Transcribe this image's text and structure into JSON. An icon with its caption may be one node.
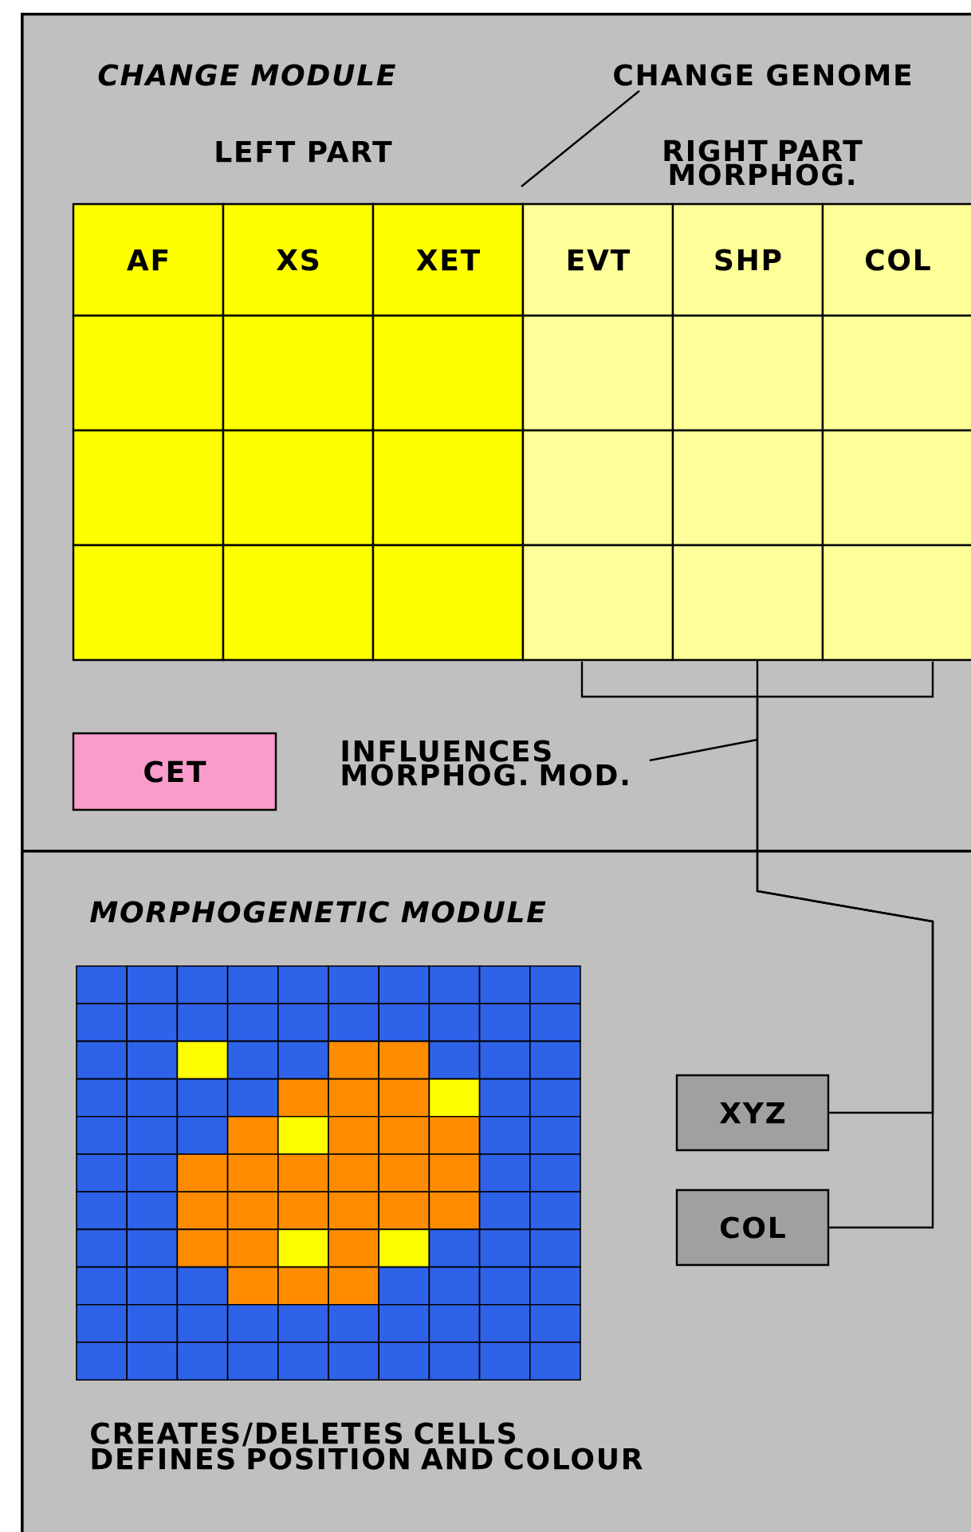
{
  "diagram": {
    "nodes": [
      {
        "text": [
          "CHANGE MODULE"
        ]
      },
      {
        "text": [
          "CET"
        ],
        "in": 0
      },
      {
        "text": [
          "CHANGE GENOME"
        ],
        "in": 0
      },
      {
        "text": [
          "INFLUENCES MORPHOG. MOD."
        ],
        "in": 0
      },
      {
        "text": [
          "MORPHOGENETIC MODULE",
          "CREATES/DELETES CELLS DEFINES POSITION AND COLOUR"
        ]
      },
      {
        "text": [
          "XYZ"
        ],
        "in": 4
      },
      {
        "text": [
          "COL"
        ],
        "in": 4
      },
      {
        "text": [],
        "shape": "bracket",
        "in": 0
      }
    ],
    "edges": [
      {
        "from": 7,
        "to": 5,
        "arrow": "none"
      },
      {
        "from": 7,
        "to": 6,
        "arrow": "none"
      },
      {
        "from": 2,
        "to": null,
        "arrow": "none"
      },
      {
        "from": 3,
        "to": null,
        "arrow": "none"
      }
    ],
    "labels": [
      "LEFT PART",
      "RIGHT PART MORPHOG.",
      "AF",
      "XS",
      "XET",
      "EVT",
      "SHP",
      "COL"
    ]
  }
}
